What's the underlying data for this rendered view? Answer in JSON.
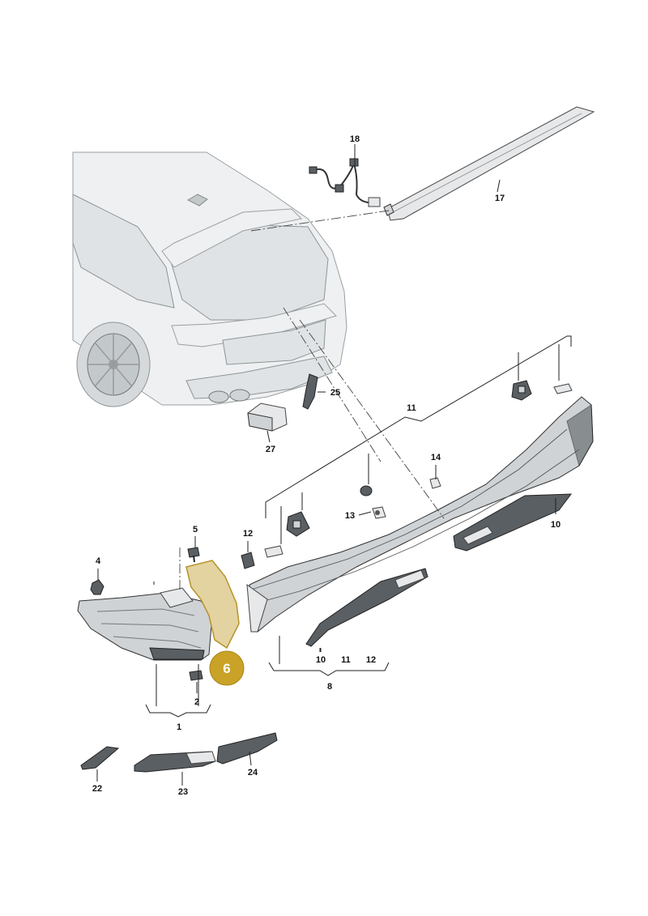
{
  "callouts": [
    {
      "id": "c18",
      "text": "18"
    },
    {
      "id": "c17",
      "text": "17"
    },
    {
      "id": "c25",
      "text": "25"
    },
    {
      "id": "c27",
      "text": "27"
    },
    {
      "id": "c11a",
      "text": "11"
    },
    {
      "id": "c14",
      "text": "14"
    },
    {
      "id": "c13",
      "text": "13"
    },
    {
      "id": "c10a",
      "text": "10"
    },
    {
      "id": "c12a",
      "text": "12"
    },
    {
      "id": "c5",
      "text": "5"
    },
    {
      "id": "c4",
      "text": "4"
    },
    {
      "id": "c6",
      "text": "6"
    },
    {
      "id": "c2",
      "text": "2"
    },
    {
      "id": "c1",
      "text": "1"
    },
    {
      "id": "c10b",
      "text": "10"
    },
    {
      "id": "c11b",
      "text": "11"
    },
    {
      "id": "c12b",
      "text": "12"
    },
    {
      "id": "c8",
      "text": "8"
    },
    {
      "id": "c22",
      "text": "22"
    },
    {
      "id": "c23",
      "text": "23"
    },
    {
      "id": "c24",
      "text": "24"
    }
  ],
  "highlight": {
    "label": "6",
    "color": "#c9a227",
    "fill": "#e3d3a0"
  },
  "colors": {
    "line": "#222222",
    "car_body": "#eef0f1",
    "part": "#cfd3d6",
    "part_dark": "#5a5f63"
  }
}
